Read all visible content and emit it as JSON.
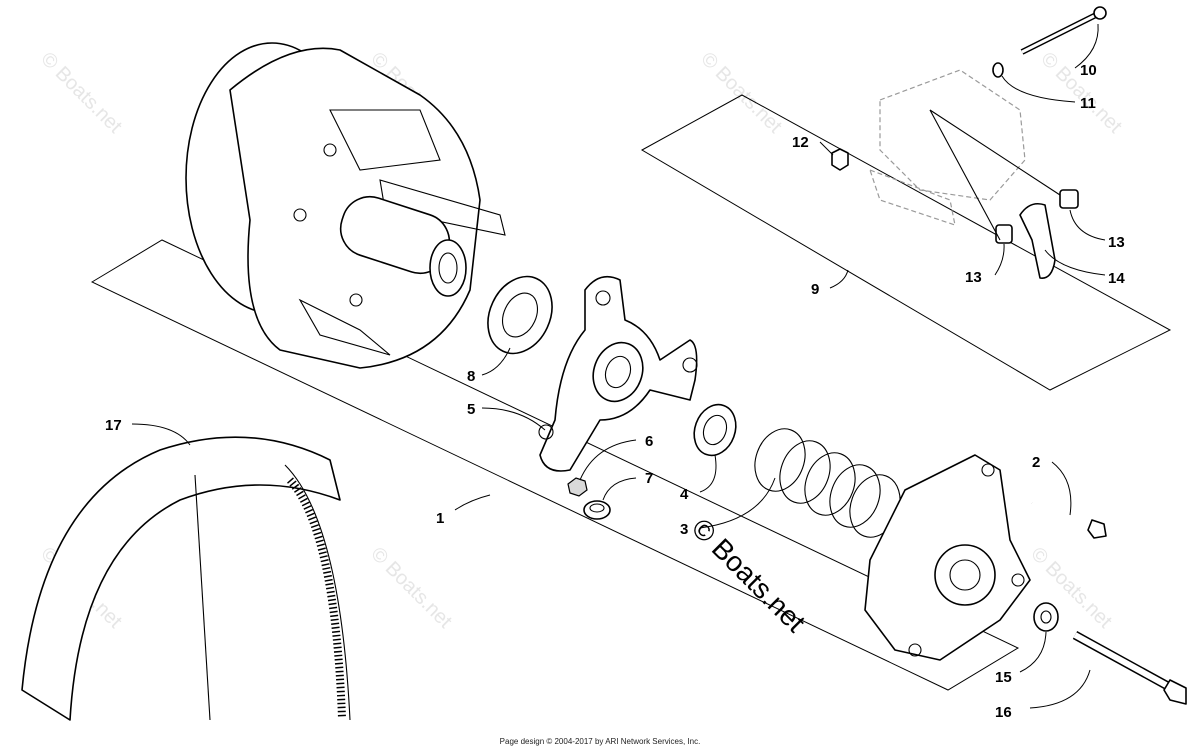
{
  "diagram": {
    "callouts": [
      "1",
      "2",
      "3",
      "4",
      "5",
      "6",
      "7",
      "8",
      "9",
      "10",
      "11",
      "12",
      "13",
      "13",
      "14",
      "15",
      "16",
      "17"
    ],
    "watermark": "© Boats.net",
    "footer": "Page design © 2004-2017 by ARI Network Services, Inc."
  }
}
